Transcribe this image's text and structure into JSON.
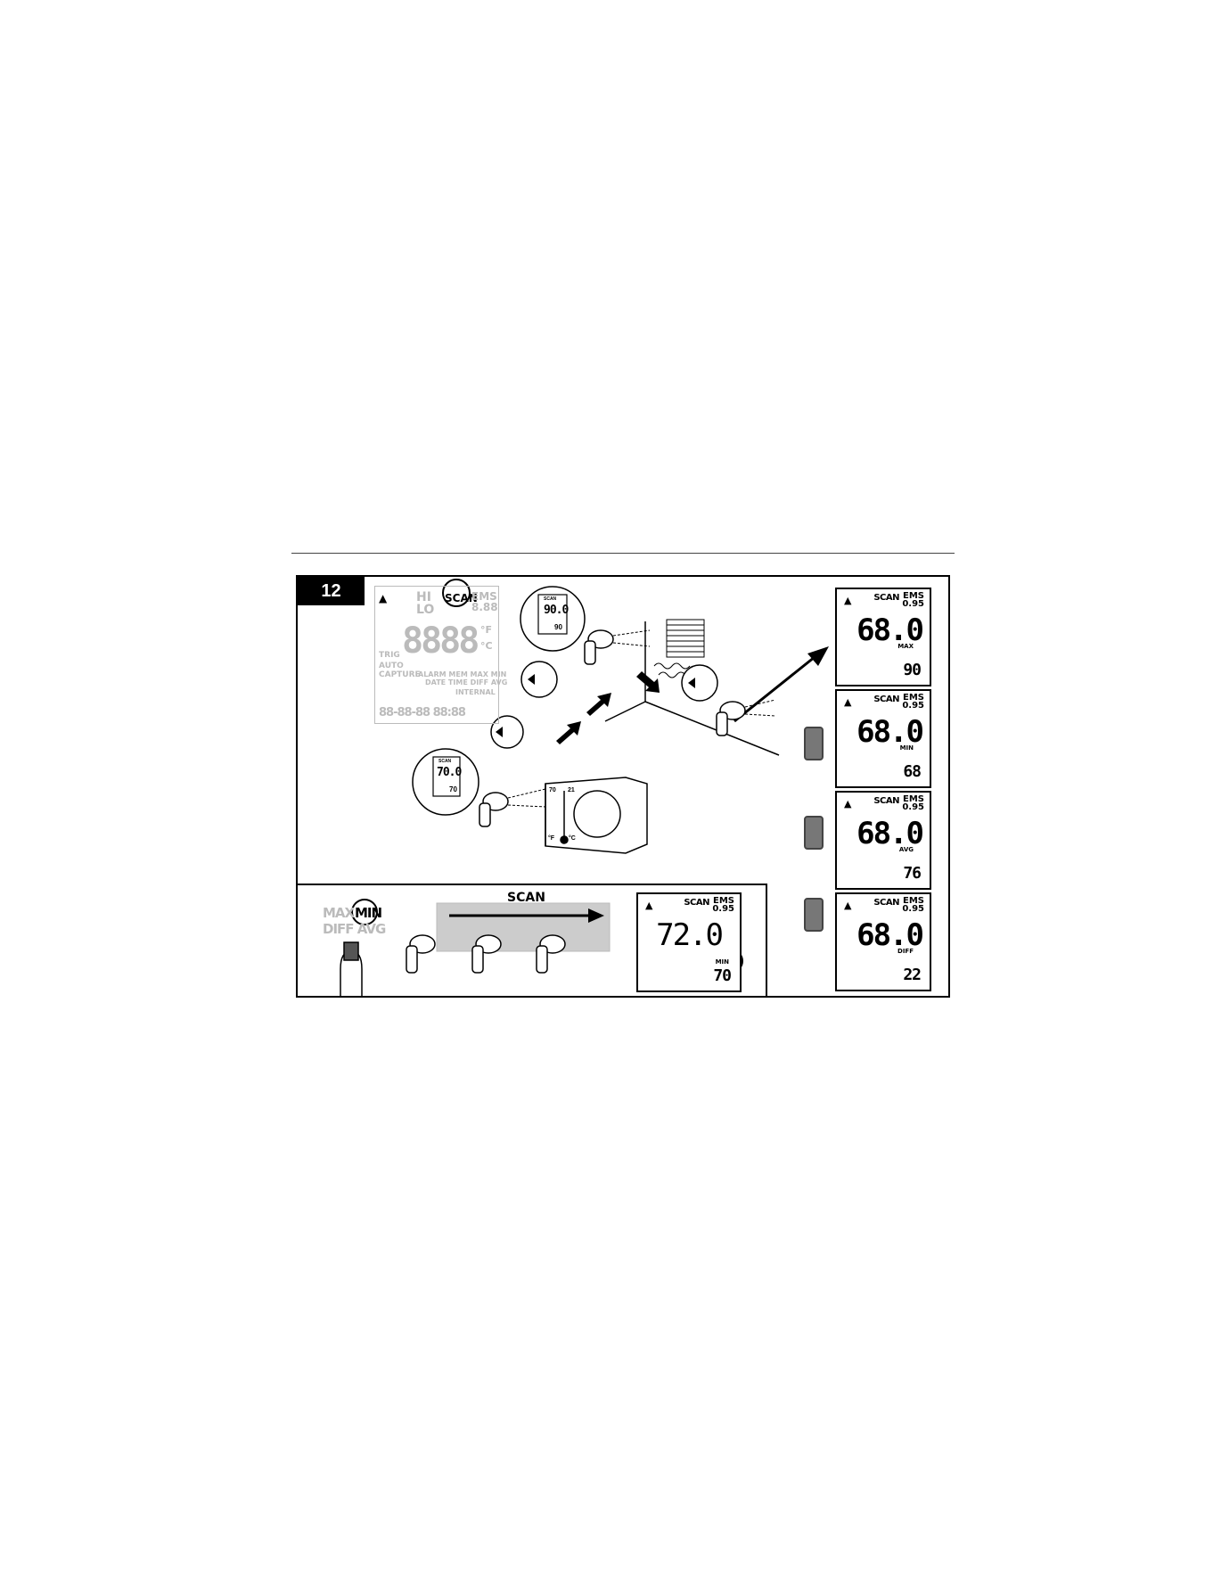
{
  "figure": {
    "number": "12"
  },
  "full_lcd": {
    "hi": "HI",
    "lo": "LO",
    "scan": "SCAN",
    "ems": "EMS",
    "ems_val": "8.88",
    "digits": "8888",
    "deg_f": "°F",
    "deg_c": "°C",
    "trig": "TRIG",
    "auto": "AUTO",
    "capture": "CAPTURE",
    "row1": "ALARM MEM MAX MIN",
    "row2": "DATE TIME  DIFF AVG",
    "internal": "INTERNAL",
    "bottom_digits": "88-88-88 88:88"
  },
  "top_scene_lcd": {
    "scan": "SCAN",
    "main": "90.0",
    "sub": "90"
  },
  "thermostat_lcd": {
    "scan": "SCAN",
    "main": "70.0",
    "sub": "70",
    "scale_top": "70",
    "scale_right": "21",
    "unit_f": "°F",
    "unit_c": "°C"
  },
  "bottom_panel": {
    "scan_label": "SCAN",
    "modes_line1": "MAX",
    "modes_selected": "MIN",
    "modes_line2": "DIFF AVG",
    "lcd": {
      "scan": "SCAN",
      "ems": "EMS",
      "ems_val": "0.95",
      "main": "72.0",
      "mode": "MIN",
      "sub": "70"
    }
  },
  "side_lcds": [
    {
      "scan": "SCAN",
      "ems": "EMS",
      "ems_val": "0.95",
      "main": "68.0",
      "mode": "MAX",
      "sub": "90"
    },
    {
      "scan": "SCAN",
      "ems": "EMS",
      "ems_val": "0.95",
      "main": "68.0",
      "mode": "MIN",
      "sub": "68"
    },
    {
      "scan": "SCAN",
      "ems": "EMS",
      "ems_val": "0.95",
      "main": "68.0",
      "mode": "AVG",
      "sub": "76"
    },
    {
      "scan": "SCAN",
      "ems": "EMS",
      "ems_val": "0.95",
      "main": "68.0",
      "mode": "DIFF",
      "sub": "22"
    }
  ]
}
